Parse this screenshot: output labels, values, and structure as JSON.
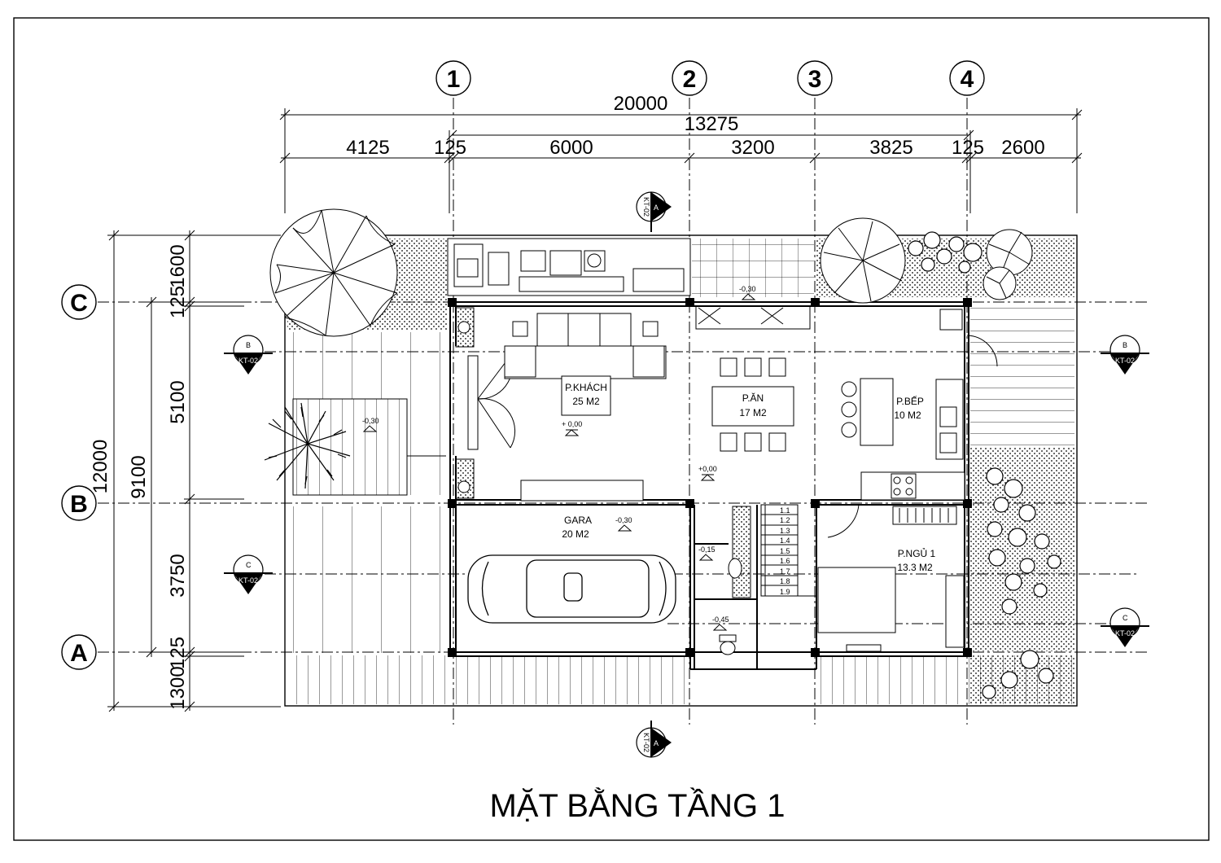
{
  "title": "MẶT BẰNG TẦNG 1",
  "axes_vertical": [
    "1",
    "2",
    "3",
    "4"
  ],
  "axes_horizontal": [
    "C",
    "B",
    "A"
  ],
  "dims_top": {
    "overall": "20000",
    "sub_overall": "13275",
    "segments": [
      "4125",
      "125",
      "6000",
      "3200",
      "3825",
      "125",
      "2600"
    ]
  },
  "dims_left": {
    "overall": "12000",
    "sub_overall": "9100",
    "segments": [
      "1600",
      "125",
      "5100",
      "3750",
      "125",
      "1300"
    ]
  },
  "rooms": {
    "khach": {
      "name": "P.KHÁCH",
      "area": "25 M2"
    },
    "an": {
      "name": "P.ĂN",
      "area": "17 M2"
    },
    "bep": {
      "name": "P.BẾP",
      "area": "10 M2"
    },
    "gara": {
      "name": "GARA",
      "area": "20 M2"
    },
    "ngu1": {
      "name": "P.NGỦ 1",
      "area": "13.3 M2"
    }
  },
  "levels": {
    "main": "+ 0,00",
    "dining": "+0,00",
    "top": "-0,30",
    "left": "-0,30",
    "gara": "-0,30",
    "wc1": "-0,15",
    "wc2": "-0,45"
  },
  "section_marks": {
    "a_letter": "A",
    "b_letter": "B",
    "c_letter": "C",
    "ref": "KT-02"
  },
  "stair_steps": [
    "1.1",
    "1.2",
    "1.3",
    "1.4",
    "1.5",
    "1.6",
    "1.7",
    "1.8",
    "1.9"
  ]
}
